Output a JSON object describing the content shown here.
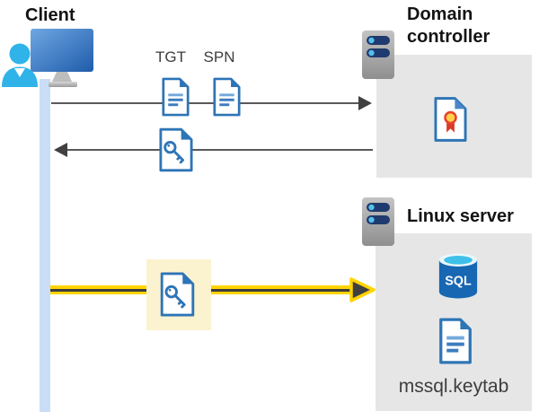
{
  "client": {
    "label": "Client"
  },
  "domain_controller": {
    "label": "Domain controller"
  },
  "linux_server": {
    "label": "Linux server",
    "keytab_file": "mssql.keytab",
    "sql_label": "SQL"
  },
  "tickets": {
    "tgt": "TGT",
    "spn": "SPN"
  },
  "icons": {
    "client": "client-computer-user-icon",
    "server": "server-icon",
    "document": "document-icon",
    "key_document": "key-document-icon",
    "certificate": "certificate-document-icon",
    "sql": "sql-database-icon"
  },
  "colors": {
    "doc_blue": "#2e75b6",
    "accent_yellow": "#ffd400",
    "highlight_yellow": "#fbf3cf",
    "box_gray": "#e6e6e6",
    "lifeline_blue": "#c9def6",
    "arrow_gray": "#595959",
    "arrowhead_dark": "#404040",
    "person_cyan": "#2fb3e8",
    "sql_blue": "#1767b3",
    "server_pill_navy": "#1f3a6e"
  }
}
